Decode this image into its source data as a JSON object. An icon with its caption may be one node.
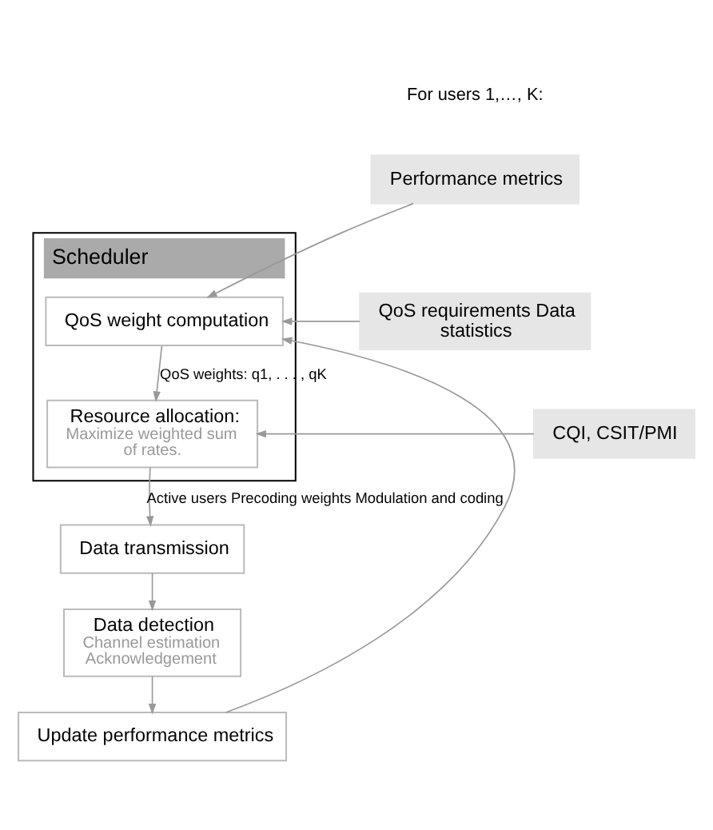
{
  "diagram": {
    "nodes": [
      {
        "text": [
          "Scheduler"
        ]
      },
      {
        "text": [
          "Performance metrics"
        ]
      },
      {
        "text": [
          "QoS weight computation"
        ],
        "in": 0
      },
      {
        "text": [
          "QoS requirements Data statistics"
        ]
      },
      {
        "text": [
          "Resource allocation:",
          "Maximize weighted sum of rates."
        ],
        "in": 0
      },
      {
        "text": [
          "CQI, CSIT/PMI"
        ]
      },
      {
        "text": [
          "Data transmission"
        ]
      },
      {
        "text": [
          "Data detection",
          "Channel estimation Acknowledgement"
        ]
      },
      {
        "text": [
          "Update performance metrics"
        ]
      }
    ],
    "edges": [
      {
        "from": 1,
        "to": 2,
        "arrow": "to"
      },
      {
        "from": 8,
        "to": 2,
        "arrow": "to"
      },
      {
        "from": 3,
        "to": 2,
        "arrow": "to"
      },
      {
        "from": 2,
        "to": 4,
        "arrow": "to",
        "label": "QoS weights: q1, . . . , qK"
      },
      {
        "from": 5,
        "to": 4,
        "arrow": "to"
      },
      {
        "from": 4,
        "to": 6,
        "arrow": "to",
        "label": "Active users Precoding weights Modulation and coding"
      },
      {
        "from": 6,
        "to": 7,
        "arrow": "to"
      },
      {
        "from": 7,
        "to": 8,
        "arrow": "to"
      }
    ],
    "labels": [
      "For users 1,…, K:"
    ]
  }
}
